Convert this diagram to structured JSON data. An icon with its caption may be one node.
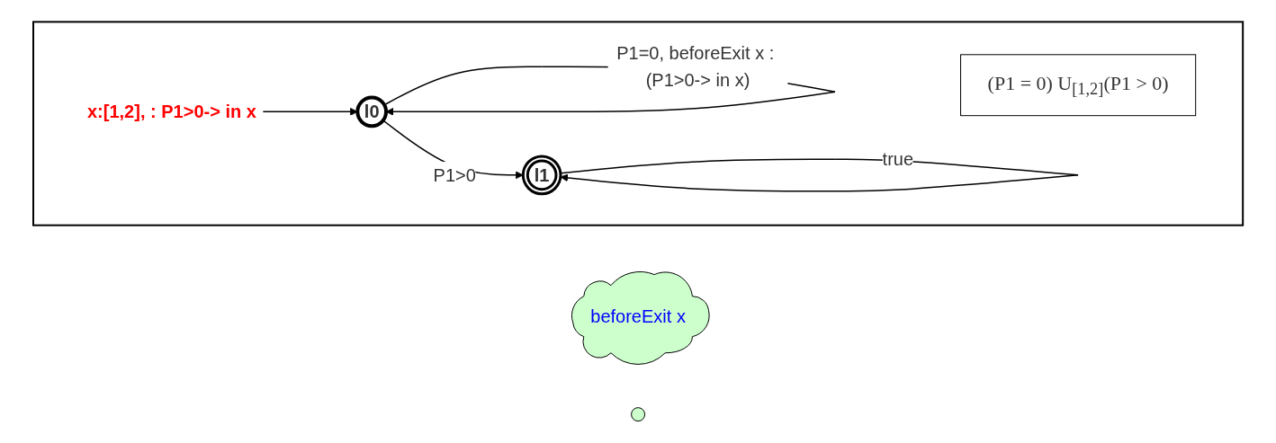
{
  "diagram": {
    "nodes": [
      {
        "text": [],
        "shape": "box"
      },
      {
        "text": [
          "(P1 = 0) U$_{[1,2]}$(P1 > 0)"
        ],
        "in": 0
      },
      {
        "text": [
          "x:[1,2], : P1>0-> in x"
        ],
        "in": 0
      },
      {
        "text": [
          "l0"
        ],
        "in": 0
      },
      {
        "text": [
          "l1"
        ],
        "in": 0
      },
      {
        "text": [
          "beforeExit x"
        ]
      },
      {
        "text": [],
        "shape": "circle"
      }
    ],
    "edges": [
      {
        "from": 2,
        "to": 3,
        "arrow": "to"
      },
      {
        "from": 3,
        "to": 4,
        "arrow": "to",
        "label": "P1>0"
      },
      {
        "from": 3,
        "to": 3,
        "arrow": "to",
        "label": "P1=0, beforeExit x : (P1>0-> in x)"
      },
      {
        "from": 4,
        "to": 4,
        "arrow": "to",
        "label": "true"
      }
    ]
  }
}
